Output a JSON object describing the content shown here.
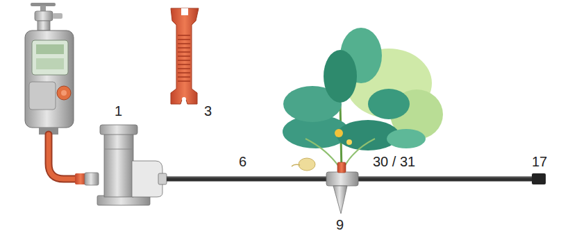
{
  "diagram": {
    "labels": [
      "1",
      "3",
      "6",
      "30 / 31",
      "17",
      "9"
    ]
  }
}
